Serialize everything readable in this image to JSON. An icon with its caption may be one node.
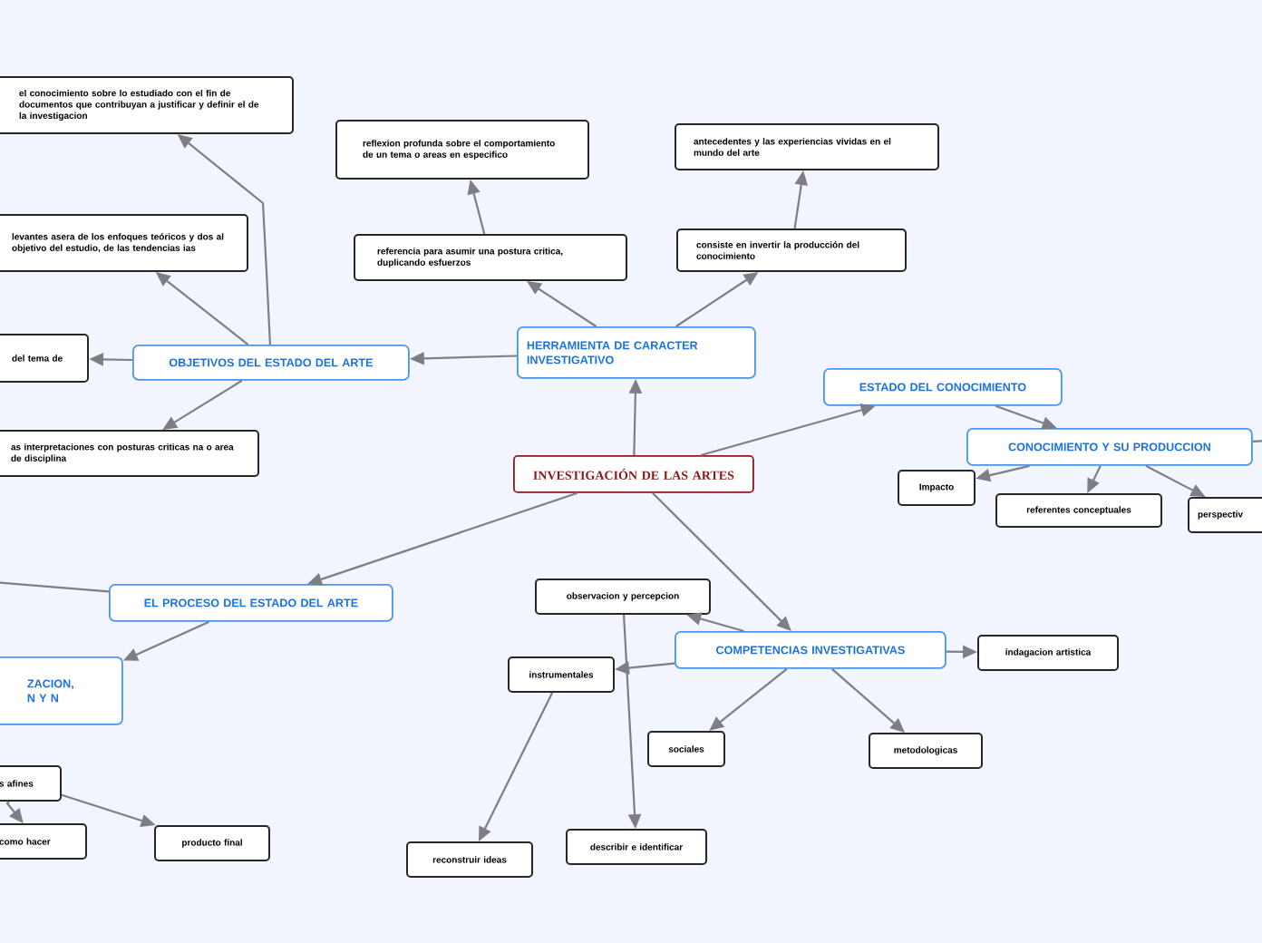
{
  "diagram": {
    "nodes": [
      {
        "text": [
          "INVESTIGACIÓN DE LAS ARTES"
        ]
      },
      {
        "text": [
          "HERRAMIENTA DE CARACTER INVESTIGATIVO"
        ]
      },
      {
        "text": [
          "referencia para asumir una postura critica, duplicando esfuerzos"
        ]
      },
      {
        "text": [
          "reflexion profunda sobre el comportamiento de  un tema  o areas en especifico"
        ]
      },
      {
        "text": [
          "consiste en invertir la producción del conocimiento"
        ]
      },
      {
        "text": [
          "antecedentes y las experiencias vividas en el mundo del arte"
        ]
      },
      {
        "text": [
          "OBJETIVOS DEL ESTADO DEL ARTE"
        ]
      },
      {
        "text": [
          "el conocimiento sobre lo estudiado con el fin de documentos que contribuyan a justificar y definir el de la investigacion"
        ]
      },
      {
        "text": [
          "levantes asera de  los  enfoques teóricos y dos al objetivo del estudio, de las tendencias ias"
        ]
      },
      {
        "text": [
          "del tema de"
        ]
      },
      {
        "text": [
          "as  interpretaciones con posturas criticas na o area de disciplina"
        ]
      },
      {
        "text": [
          "ESTADO DEL CONOCIMIENTO"
        ]
      },
      {
        "text": [
          "CONOCIMIENTO Y SU PRODUCCION"
        ]
      },
      {
        "text": [
          "Impacto"
        ]
      },
      {
        "text": [
          "referentes conceptuales"
        ]
      },
      {
        "text": [
          "perspectiv"
        ]
      },
      {
        "text": [
          "EL PROCESO DEL ESTADO DEL ARTE"
        ]
      },
      {
        "text": [
          "ZACION, N Y N"
        ]
      },
      {
        "text": [
          "s afines"
        ]
      },
      {
        "text": [
          "como hacer"
        ]
      },
      {
        "text": [
          "producto final"
        ]
      },
      {
        "text": [
          "COMPETENCIAS INVESTIGATIVAS"
        ]
      },
      {
        "text": [
          "observacion y percepcion"
        ]
      },
      {
        "text": [
          "instrumentales"
        ]
      },
      {
        "text": [
          "indagacion artistica"
        ]
      },
      {
        "text": [
          "sociales"
        ]
      },
      {
        "text": [
          "metodologicas"
        ]
      },
      {
        "text": [
          "reconstruir ideas"
        ]
      },
      {
        "text": [
          "describir e identificar"
        ]
      }
    ],
    "edges": [
      {
        "from": 0,
        "to": 1,
        "arrow": "to"
      },
      {
        "from": 1,
        "to": 2,
        "arrow": "to"
      },
      {
        "from": 2,
        "to": 3,
        "arrow": "to"
      },
      {
        "from": 1,
        "to": 4,
        "arrow": "to"
      },
      {
        "from": 4,
        "to": 5,
        "arrow": "to"
      },
      {
        "from": 1,
        "to": 6,
        "arrow": "to"
      },
      {
        "from": 6,
        "to": 7,
        "arrow": "to"
      },
      {
        "from": 6,
        "to": 8,
        "arrow": "to"
      },
      {
        "from": 6,
        "to": 9,
        "arrow": "to"
      },
      {
        "from": 6,
        "to": 10,
        "arrow": "to"
      },
      {
        "from": 0,
        "to": 11,
        "arrow": "to"
      },
      {
        "from": 11,
        "to": 12,
        "arrow": "to"
      },
      {
        "from": 12,
        "to": null,
        "arrow": "none"
      },
      {
        "from": 12,
        "to": 13,
        "arrow": "to"
      },
      {
        "from": 12,
        "to": 14,
        "arrow": "to"
      },
      {
        "from": 12,
        "to": 15,
        "arrow": "to"
      },
      {
        "from": 0,
        "to": 16,
        "arrow": "to"
      },
      {
        "from": null,
        "to": 16,
        "arrow": "none"
      },
      {
        "from": 16,
        "to": 17,
        "arrow": "to"
      },
      {
        "from": 18,
        "to": 19,
        "arrow": "to"
      },
      {
        "from": 18,
        "to": 20,
        "arrow": "to"
      },
      {
        "from": 0,
        "to": 21,
        "arrow": "to"
      },
      {
        "from": 21,
        "to": 22,
        "arrow": "to"
      },
      {
        "from": 21,
        "to": 23,
        "arrow": "to"
      },
      {
        "from": 21,
        "to": 24,
        "arrow": "to"
      },
      {
        "from": 21,
        "to": 25,
        "arrow": "to"
      },
      {
        "from": 21,
        "to": 26,
        "arrow": "to"
      },
      {
        "from": 23,
        "to": 27,
        "arrow": "to"
      },
      {
        "from": 22,
        "to": 28,
        "arrow": "to"
      }
    ]
  }
}
